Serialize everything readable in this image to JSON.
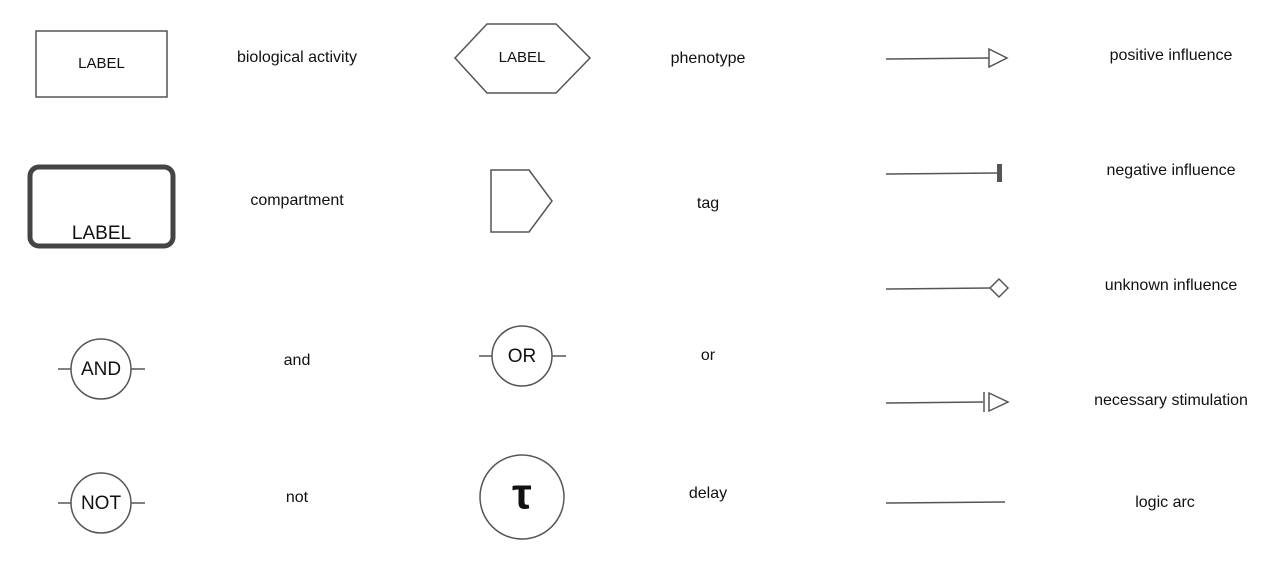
{
  "legend": {
    "biological_activity": {
      "glyph_text": "LABEL",
      "caption": "biological activity"
    },
    "phenotype": {
      "glyph_text": "LABEL",
      "caption": "phenotype"
    },
    "compartment": {
      "glyph_text": "LABEL",
      "caption": "compartment"
    },
    "tag": {
      "caption": "tag"
    },
    "and": {
      "glyph_text": "AND",
      "caption": "and"
    },
    "or": {
      "glyph_text": "OR",
      "caption": "or"
    },
    "not": {
      "glyph_text": "NOT",
      "caption": "not"
    },
    "delay": {
      "glyph_text": "τ",
      "caption": "delay"
    },
    "arcs": {
      "positive_influence": "positive influence",
      "negative_influence": "negative influence",
      "unknown_influence": "unknown influence",
      "necessary_stimulation": "necessary stimulation",
      "logic_arc": "logic arc"
    }
  },
  "colors": {
    "stroke": "#555555",
    "compartment_border": "#444444",
    "text": "#111111"
  }
}
